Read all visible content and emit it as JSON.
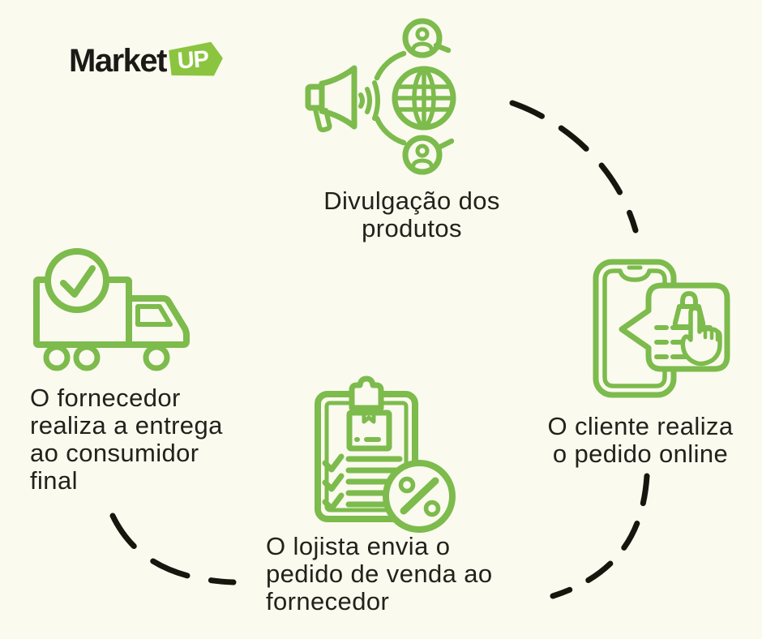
{
  "page": {
    "background_color": "#fbfaef",
    "accent_green": "#7cbb4c",
    "badge_green": "#8bc53f",
    "arc_color": "#18150e",
    "text_color": "#23211b"
  },
  "logo": {
    "market": "Market",
    "up": "UP"
  },
  "steps": [
    {
      "id": "divulgacao-produtos",
      "icon": "megaphone-broadcast-icon",
      "lines": [
        "Divulgação dos",
        "produtos"
      ]
    },
    {
      "id": "cliente-pedido-online",
      "icon": "phone-order-icon",
      "lines": [
        "O cliente realiza",
        "o pedido online"
      ]
    },
    {
      "id": "lojista-envia-pedido",
      "icon": "order-clipboard-icon",
      "lines": [
        "O lojista envia o",
        "pedido de venda ao",
        "fornecedor"
      ]
    },
    {
      "id": "fornecedor-entrega",
      "icon": "delivery-truck-icon",
      "lines": [
        "O fornecedor",
        "realiza a entrega",
        "ao consumidor",
        "final"
      ]
    }
  ],
  "icons": [
    "megaphone-broadcast-icon",
    "phone-order-icon",
    "order-clipboard-icon",
    "delivery-truck-icon",
    "flow-arc-top-right",
    "flow-arc-bottom-right",
    "flow-arc-bottom-left"
  ]
}
